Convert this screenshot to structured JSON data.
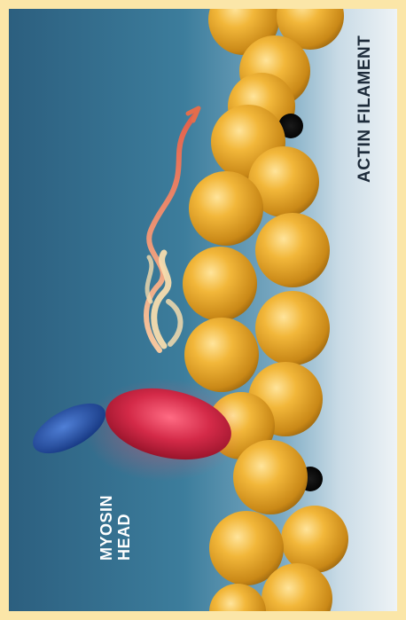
{
  "labels": {
    "actin": "ACTIN FILAMENT",
    "myosin_line1": "MYOSIN",
    "myosin_line2": "HEAD"
  },
  "colors": {
    "border": "#fbe6a8",
    "water_deep": "#2f6c8e",
    "water_light": "#e7eef3",
    "actin_bead": "#e3a52a",
    "myosin_head": "#d42a48",
    "myosin_tail": "#1f4fa0",
    "arrow_light": "#f5dcae",
    "arrow_orange": "#e36d4c"
  }
}
